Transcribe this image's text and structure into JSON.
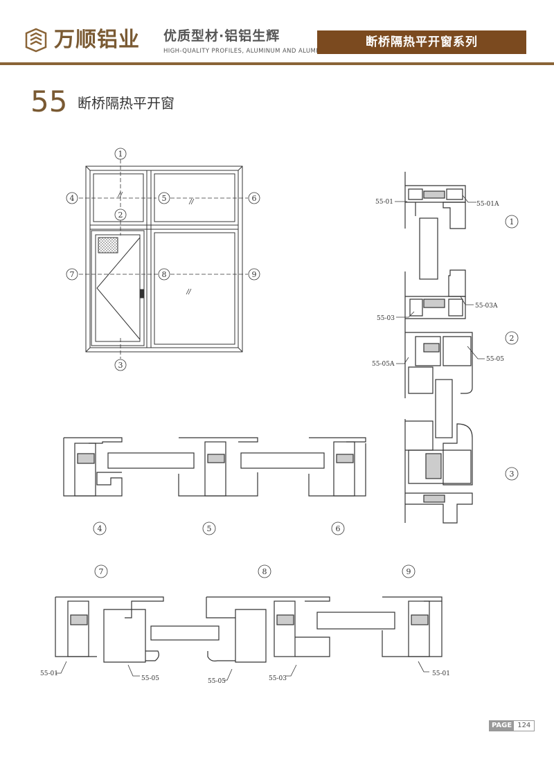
{
  "header": {
    "brand_name": "万顺铝业",
    "slogan": "优质型材·铝铝生辉",
    "slogan_en": "HIGH-QUALITY PROFILES, ALUMINUM AND ALUMINUM",
    "series_banner": "断桥隔热平开窗系列",
    "accent_color": "#7b4a1f",
    "logo_color": "#8a6437"
  },
  "title": {
    "number": "55",
    "text": "断桥隔热平开窗"
  },
  "elevation": {
    "section_markers": [
      "1",
      "2",
      "3",
      "4",
      "5",
      "6",
      "7",
      "8",
      "9"
    ]
  },
  "vertical_section": {
    "markers": [
      "1",
      "2",
      "3"
    ],
    "labels": [
      "55-01",
      "55-01A",
      "55-03",
      "55-03A",
      "55-05A",
      "55-05"
    ]
  },
  "horizontal_sections_row1": {
    "markers": [
      "4",
      "5",
      "6"
    ]
  },
  "horizontal_sections_row2": {
    "markers": [
      "7",
      "8",
      "9"
    ],
    "labels": [
      "55-01",
      "55-05",
      "55-05",
      "55-03",
      "55-01"
    ]
  },
  "footer": {
    "page_label": "PAGE",
    "page_number": "124"
  }
}
